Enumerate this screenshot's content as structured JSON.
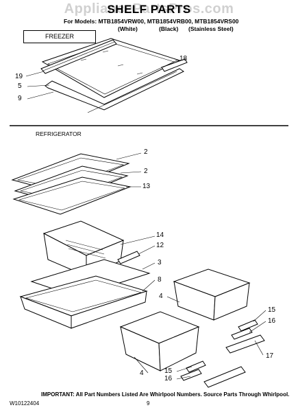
{
  "header": {
    "watermark": "AppliancePartsPros.com",
    "title": "SHELF PARTS",
    "models_line": "For Models: MTB1854VRW00, MTB1854VRB00, MTB1854VRS00",
    "variants": [
      "(White)",
      "(Black)",
      "(Stainless Steel)"
    ]
  },
  "sections": {
    "freezer": "FREEZER",
    "refrigerator": "REFRIGERATOR"
  },
  "callouts": {
    "freezer": [
      "19",
      "5",
      "9",
      "18"
    ],
    "fridge_right": [
      "2",
      "2",
      "13",
      "14",
      "12",
      "3",
      "8",
      "15",
      "16",
      "17"
    ],
    "fridge_left": [
      "4",
      "4",
      "15",
      "16"
    ]
  },
  "footer": {
    "note": "IMPORTANT: All Part Numbers Listed Are Whirlpool Numbers. Source Parts Through Whirlpool.",
    "doc_number": "W10122404",
    "page_number": "9"
  }
}
